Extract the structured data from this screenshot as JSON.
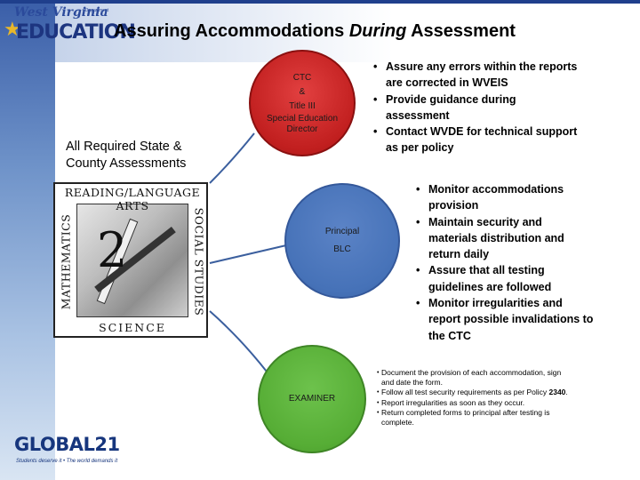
{
  "logos": {
    "wv_line1": "West Virginia",
    "wv_dept": "Department",
    "wv_line2": "EDUCATION",
    "global21_word": "GLOBAL21",
    "global21_tagline": "Students deserve it • The world demands it"
  },
  "title": {
    "before": "Assuring Accommodations ",
    "emphasis": "During",
    "after": " Assessment"
  },
  "left_caption": "All Required State & County Assessments",
  "subject_graphic": {
    "top": "READING/LANGUAGE ARTS",
    "left": "MATHEMATICS",
    "right": "SOCIAL STUDIES",
    "bottom": "SCIENCE",
    "center_number": "2"
  },
  "nodes": {
    "ctc": {
      "lines": [
        "CTC",
        "&",
        "Title III",
        "Special Education",
        "Director"
      ],
      "color": "#c62020"
    },
    "principal": {
      "lines": [
        "Principal",
        "BLC"
      ],
      "color": "#4a74b9"
    },
    "examiner": {
      "lines": [
        "EXAMINER"
      ],
      "color": "#5aaf38"
    }
  },
  "ctc_bullets": [
    "Assure any errors within the reports are corrected in WVEIS",
    "Provide guidance during assessment",
    "Contact WVDE for technical support as per policy"
  ],
  "principal_bullets": [
    "Monitor accommodations provision",
    "Maintain security and materials distribution and return daily",
    "Assure that all testing guidelines are followed",
    "Monitor irregularities and report possible invalidations to the CTC"
  ],
  "examiner_bullets": {
    "item1": "Document the provision of each accommodation, sign and date the form.",
    "item2_before": "Follow all test security requirements as per Policy ",
    "item2_bold": "2340",
    "item2_after": ".",
    "item3": "Report irregularities as soon as they occur.",
    "item4": "Return completed forms to principal after testing is complete."
  },
  "colors": {
    "title_blue": "#1d3580",
    "connector": "#3b5f9e"
  }
}
